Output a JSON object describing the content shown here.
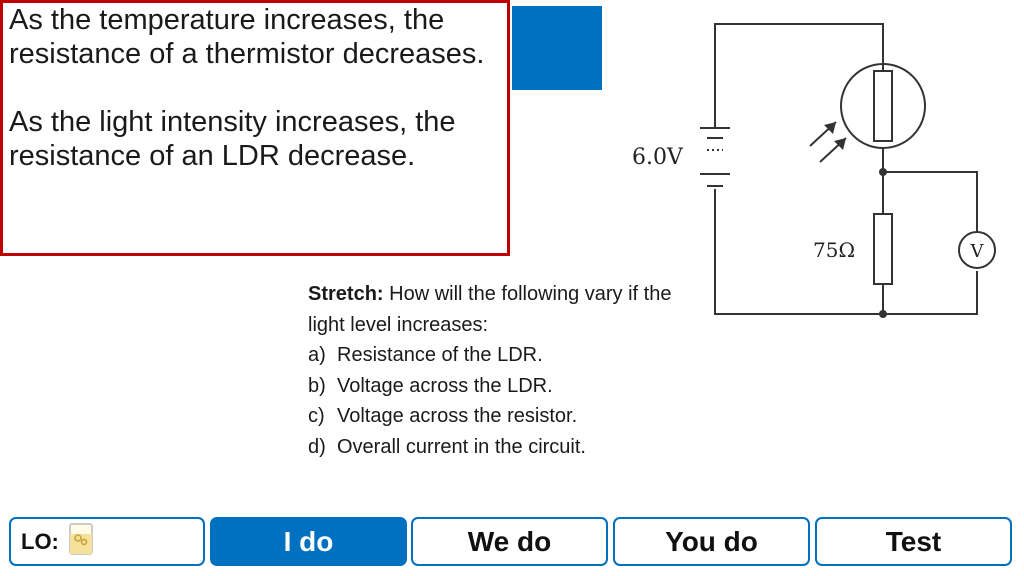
{
  "info": {
    "line1": "As the temperature increases, the resistance of a thermistor decreases.",
    "line2": "As the light intensity increases, the resistance of an LDR decrease."
  },
  "circuit": {
    "battery_label": "6.0V",
    "resistor_label": "75Ω",
    "voltmeter_label": "V"
  },
  "stretch": {
    "heading": "Stretch:",
    "intro": "How will the following vary if the light level increases:",
    "items": [
      {
        "marker": "a)",
        "text": "Resistance of the LDR."
      },
      {
        "marker": "b)",
        "text": "Voltage across the LDR."
      },
      {
        "marker": "c)",
        "text": "Voltage across the resistor."
      },
      {
        "marker": "d)",
        "text": "Overall current in the circuit."
      }
    ]
  },
  "nav": {
    "lo_label": "LO:",
    "i_do": "I do",
    "we_do": "We do",
    "you_do": "You do",
    "test": "Test"
  },
  "colors": {
    "accent_blue": "#0070c0",
    "border_red": "#c00000"
  }
}
